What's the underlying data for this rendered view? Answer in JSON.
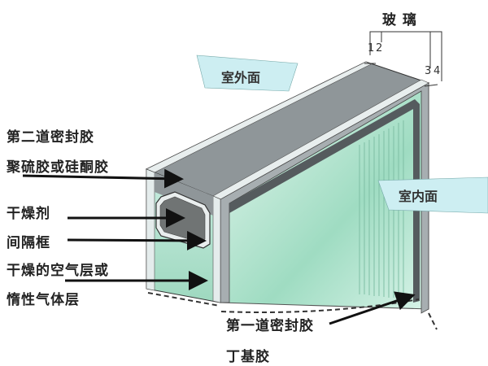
{
  "title_glass": "玻 璃",
  "glass_numbers": [
    "1",
    "2",
    "3",
    "4"
  ],
  "outdoor_face": "室外面",
  "indoor_face": "室内面",
  "labels": {
    "secondary_seal": "第二道密封胶",
    "secondary_seal_material": "聚硫胶或硅酮胶",
    "desiccant": "干燥剂",
    "spacer": "间隔框",
    "air_layer": "干燥的空气层或",
    "inert_gas": "惰性气体层",
    "primary_seal": "第一道密封胶",
    "primary_seal_material": "丁基胶"
  },
  "colors": {
    "frame": "#9aa3a6",
    "glass": "#bfe8d6",
    "tag": "#cdeef2",
    "sealant": "#555b5e"
  }
}
